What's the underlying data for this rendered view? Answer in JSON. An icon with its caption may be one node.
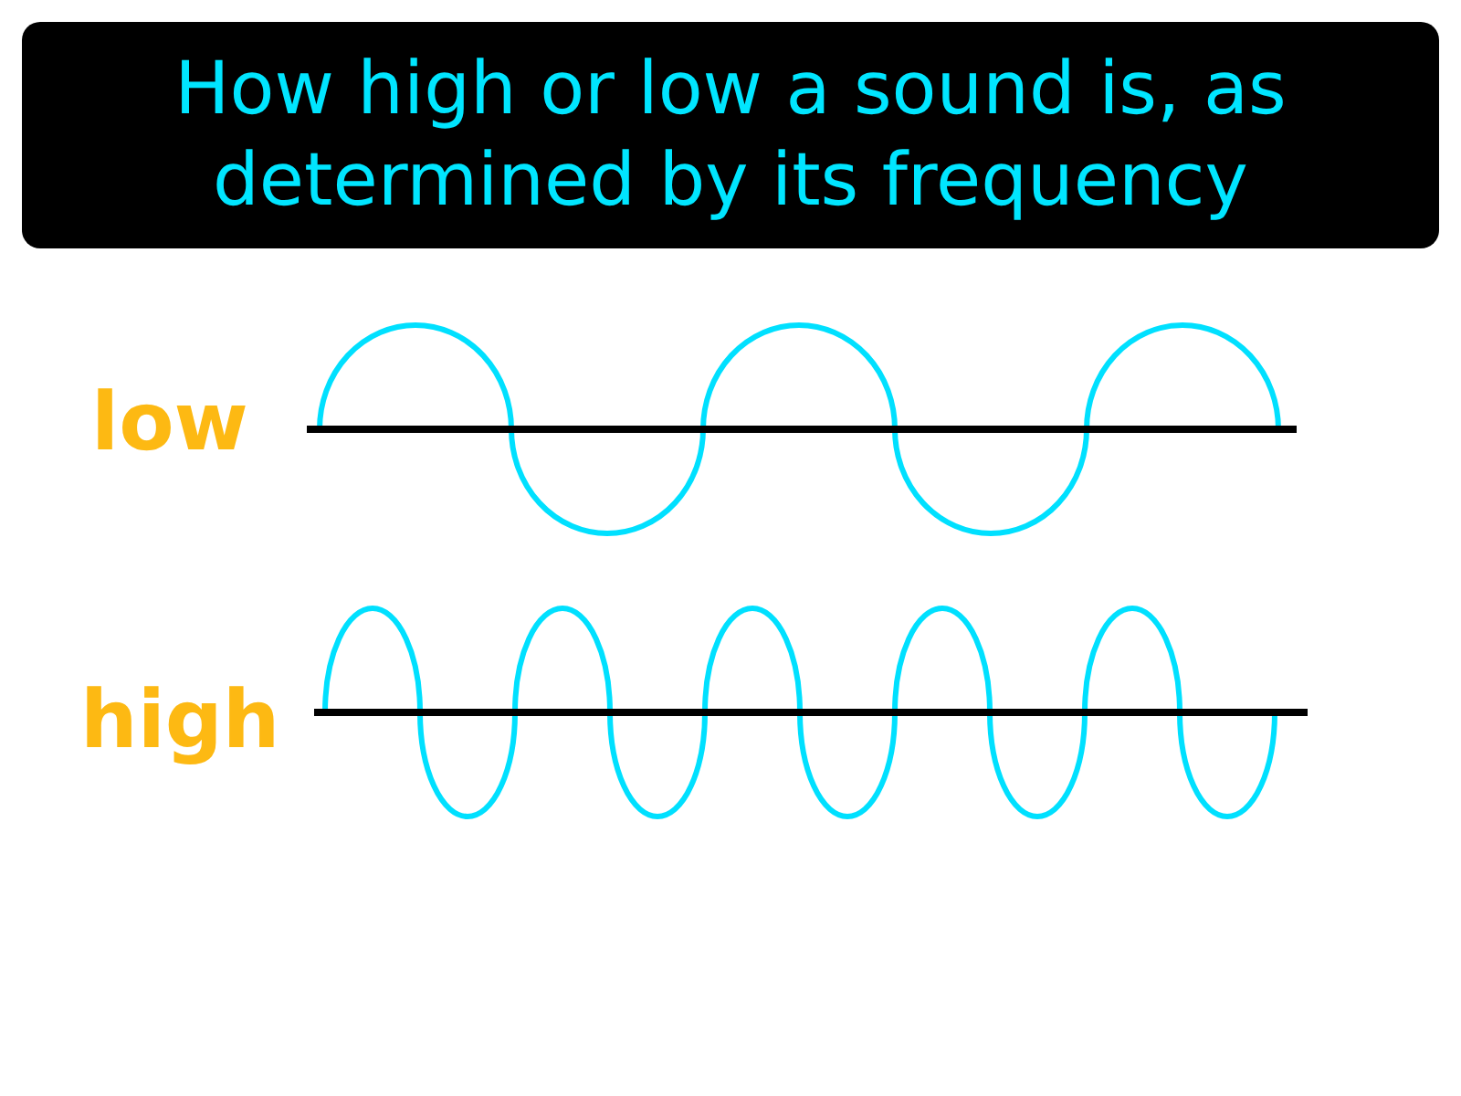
{
  "diagram": {
    "title": "How high or low a sound is, as determined by its frequency",
    "labels": [
      "low",
      "high"
    ]
  }
}
